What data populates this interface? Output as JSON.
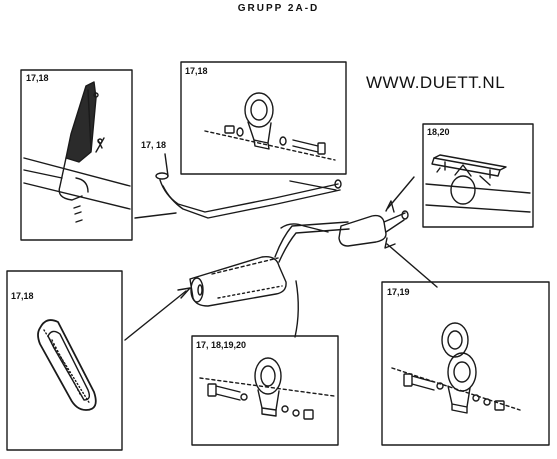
{
  "title": "GRUPP  2A-D",
  "website": "WWW.DUETT.NL",
  "callouts": {
    "hanger_bracket": "17,18",
    "clamp_top": "17,18",
    "tailpipe_ref": "17, 18",
    "rubber_mount_right": "18,20",
    "rubber_ring": "17,18",
    "clamp_bottom_center": "17, 18,19,20",
    "clamp_bottom_right": "17,19"
  },
  "colors": {
    "line": "#1a1a1a",
    "background": "#ffffff"
  }
}
